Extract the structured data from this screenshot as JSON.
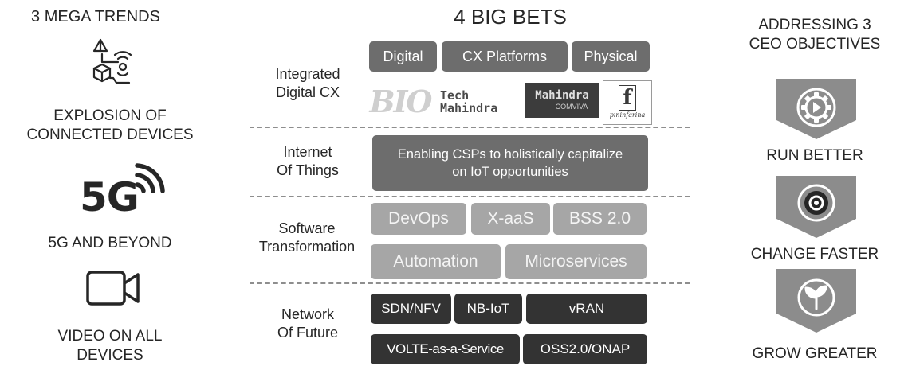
{
  "left": {
    "title": "3 MEGA TRENDS",
    "trends": [
      {
        "label_lines": [
          "EXPLOSION OF",
          "CONNECTED DEVICES"
        ],
        "icon": "connected-devices-icon"
      },
      {
        "badge": "5G",
        "label_lines": [
          "5G AND BEYOND"
        ],
        "icon": "5g-signal-icon"
      },
      {
        "label_lines": [
          "VIDEO ON ALL",
          "DEVICES"
        ],
        "icon": "video-camera-icon"
      }
    ]
  },
  "center": {
    "title": "4 BIG BETS",
    "rows": [
      {
        "label_lines": [
          "Integrated",
          "Digital CX"
        ],
        "boxes": [
          "Digital",
          "CX Platforms",
          "Physical"
        ],
        "logos": [
          {
            "name": "bio-logo",
            "text": "BIO"
          },
          {
            "name": "tech-mahindra-logo",
            "lines": [
              "Tech",
              "Mahindra"
            ]
          },
          {
            "name": "mahindra-comviva-logo",
            "lines": [
              "Mahindra",
              "COMVIVA"
            ]
          },
          {
            "name": "pininfarina-logo",
            "lines": [
              "f",
              "pininfarina"
            ]
          }
        ]
      },
      {
        "label_lines": [
          "Internet",
          "Of Things"
        ],
        "boxes": [
          {
            "lines": [
              "Enabling CSPs to holistically  capitalize",
              "on IoT opportunities"
            ]
          }
        ]
      },
      {
        "label_lines": [
          "Software",
          "Transformation"
        ],
        "boxes": [
          "DevOps",
          "X-aaS",
          "BSS 2.0",
          "Automation",
          "Microservices"
        ]
      },
      {
        "label_lines": [
          "Network",
          "Of Future"
        ],
        "boxes": [
          "SDN/NFV",
          "NB-IoT",
          "vRAN",
          "VOLTE-as-a-Service",
          "OSS2.0/ONAP"
        ]
      }
    ]
  },
  "right": {
    "title_lines": [
      "ADDRESSING 3",
      "CEO OBJECTIVES"
    ],
    "objectives": [
      {
        "label": "RUN BETTER",
        "icon": "gear-play-icon"
      },
      {
        "label": "CHANGE FASTER",
        "icon": "target-icon"
      },
      {
        "label": "GROW GREATER",
        "icon": "sprout-icon"
      }
    ]
  },
  "colors": {
    "dark": "#333333",
    "medium": "#6d6d6d",
    "light": "#a6a6a6",
    "shield": "#8c8c8c",
    "text": "#262626"
  }
}
